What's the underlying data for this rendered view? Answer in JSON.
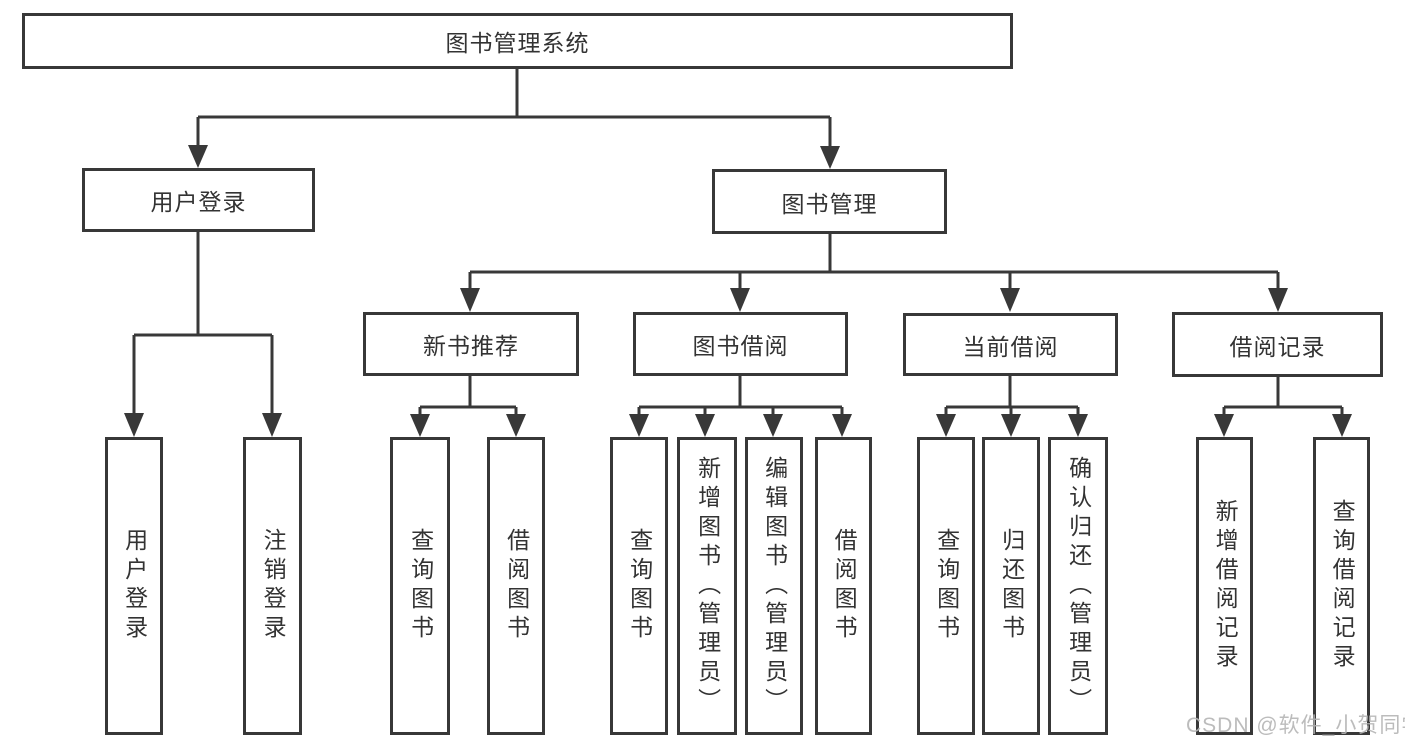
{
  "colors": {
    "line": "#383838",
    "box_border": "#383838",
    "box_bg": "#ffffff",
    "text": "#333333",
    "page_bg": "#ffffff",
    "watermark": "#b5b5b5"
  },
  "nodes": {
    "root": "图书管理系统",
    "user_login": "用户登录",
    "book_mgmt": "图书管理",
    "login": "用户登录",
    "logout": "注销登录",
    "new_book_rec": "新书推荐",
    "book_borrow": "图书借阅",
    "current_borrow": "当前借阅",
    "borrow_records": "借阅记录",
    "query_book_a": "查询图书",
    "borrow_book_a": "借阅图书",
    "query_book_b": "查询图书",
    "add_book": "新增图书（管理员）",
    "edit_book": "编辑图书（管理员）",
    "borrow_book_b": "借阅图书",
    "query_book_c": "查询图书",
    "return_book": "归还图书",
    "confirm_return": "确认归还（管理员）",
    "add_borrow_record": "新增借阅记录",
    "query_borrow_record": "查询借阅记录"
  },
  "watermark": "CSDN @软件_小贺同学"
}
